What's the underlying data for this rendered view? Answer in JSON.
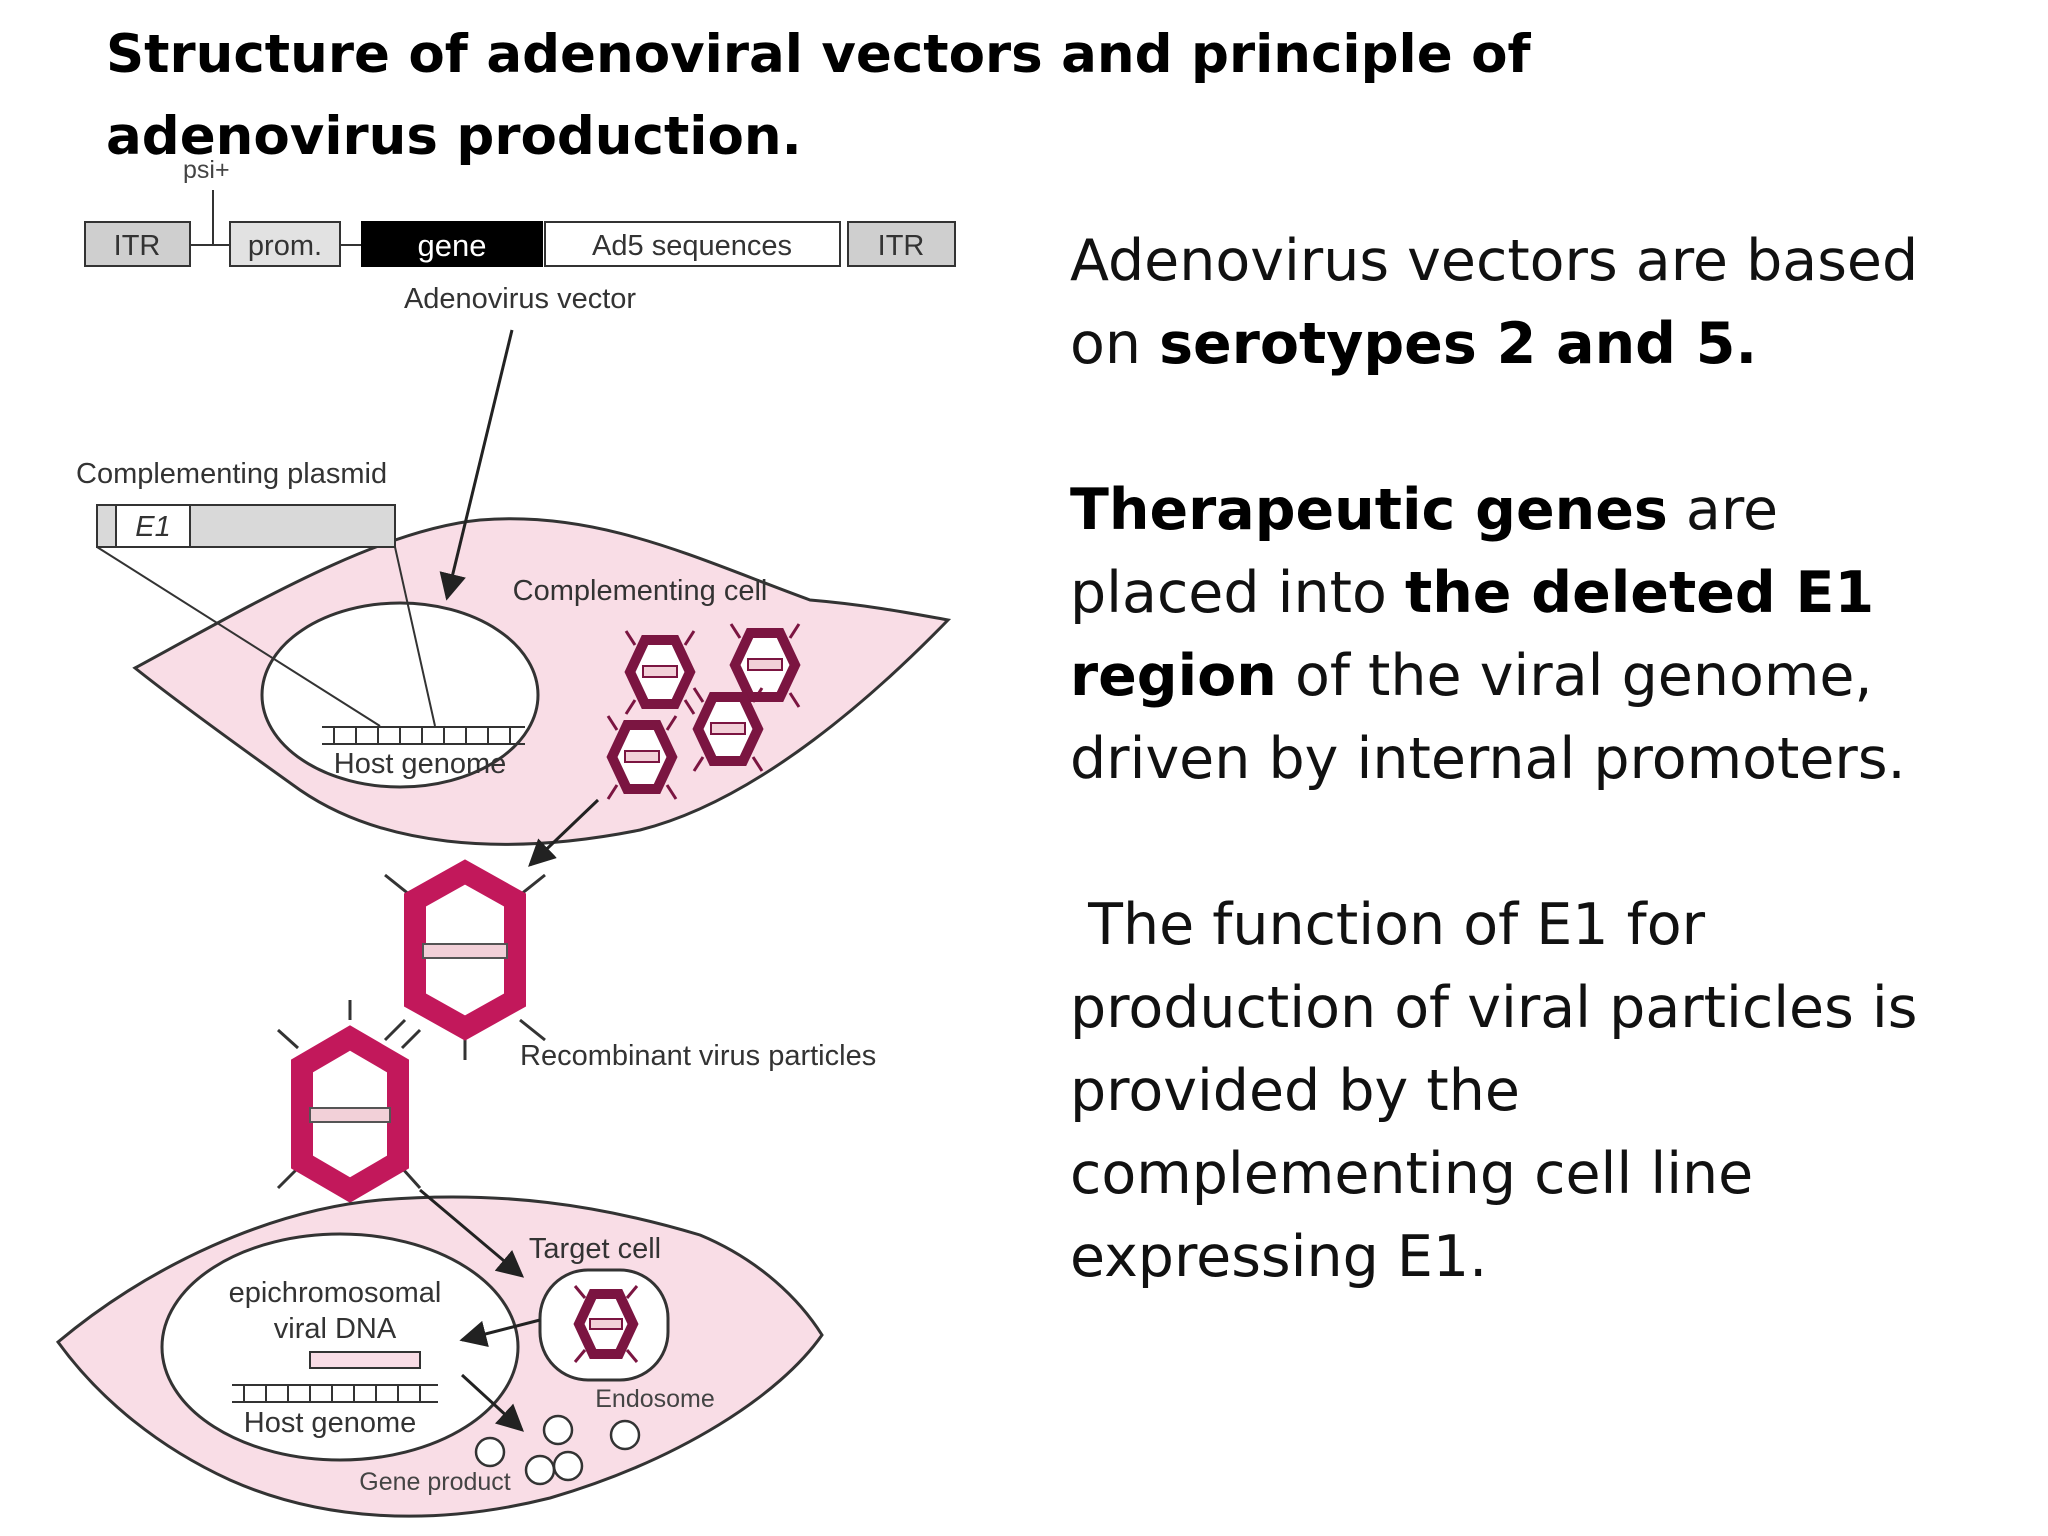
{
  "title": "Structure of adenoviral vectors and principle of adenovirus production.",
  "diagram": {
    "psi_label": "psi+",
    "vector_segments": [
      "ITR",
      "prom.",
      "gene",
      "Ad5 sequences",
      "ITR"
    ],
    "vector_caption": "Adenovirus vector",
    "complementing_plasmid": "Complementing plasmid",
    "e1_label": "E1",
    "complementing_cell": "Complementing cell",
    "host_genome": "Host genome",
    "recombinant_particles": "Recombinant virus particles",
    "target_cell": "Target cell",
    "epichromosomal_line1": "epichromosomal",
    "epichromosomal_line2": "viral DNA",
    "host_genome_2": "Host genome",
    "endosome": "Endosome",
    "gene_product": "Gene product"
  },
  "text": {
    "p1_pre": "Adenovirus vectors are based on ",
    "p1_bold": "serotypes 2 and 5.",
    "p2_bold1": "Therapeutic genes",
    "p2_mid1": " are placed into ",
    "p2_bold2": "the deleted E1 region",
    "p2_end": " of the viral genome, driven by internal promoters.",
    "p3": " The function of E1 for production of viral particles is provided by the complementing cell line expressing E1."
  },
  "colors": {
    "cell_fill": "#f9dde6",
    "capsid_magenta": "#c2185b",
    "capsid_dark": "#7b1541",
    "box_gray": "#cfcfcf"
  }
}
